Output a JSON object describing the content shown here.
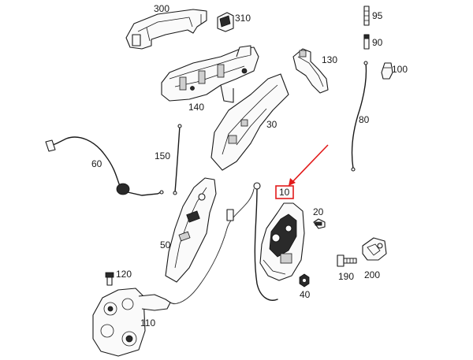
{
  "labels": {
    "p10": "10",
    "p20": "20",
    "p30": "30",
    "p40": "40",
    "p50": "50",
    "p60": "60",
    "p80": "80",
    "p90": "90",
    "p95": "95",
    "p100": "100",
    "p110": "110",
    "p120": "120",
    "p130": "130",
    "p140": "140",
    "p150": "150",
    "p190": "190",
    "p200": "200",
    "p300": "300",
    "p310": "310"
  },
  "colors": {
    "highlight": "#e21b1b",
    "line": "#1a1a1a",
    "background": "#ffffff"
  }
}
